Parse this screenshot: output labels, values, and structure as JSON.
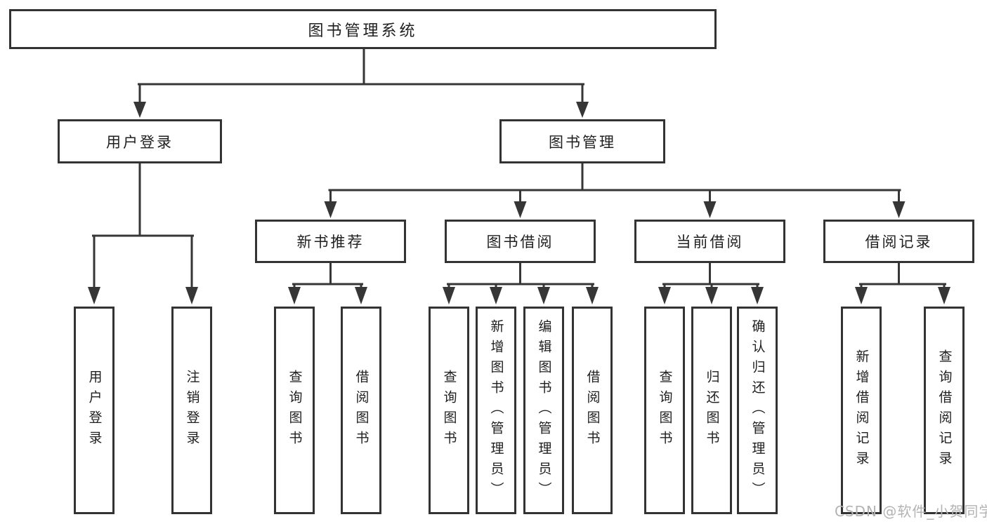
{
  "diagram": {
    "title": "图书管理系统",
    "type": "hierarchy-tree",
    "colors": {
      "background": "#ffffff",
      "line": "#363636",
      "box_border": "#333333",
      "text": "#1f1f1f",
      "watermark": "#b3b3b3"
    },
    "tree": {
      "root": {
        "label": "图书管理系统"
      },
      "level2": [
        {
          "label": "用户登录",
          "parent": "图书管理系统"
        },
        {
          "label": "图书管理",
          "parent": "图书管理系统"
        }
      ],
      "level3": [
        {
          "label": "新书推荐",
          "parent": "图书管理"
        },
        {
          "label": "图书借阅",
          "parent": "图书管理"
        },
        {
          "label": "当前借阅",
          "parent": "图书管理"
        },
        {
          "label": "借阅记录",
          "parent": "图书管理"
        }
      ],
      "leaves": [
        {
          "label": "用户登录",
          "parent": "用户登录"
        },
        {
          "label": "注销登录",
          "parent": "用户登录"
        },
        {
          "label": "查询图书",
          "parent": "新书推荐"
        },
        {
          "label": "借阅图书",
          "parent": "新书推荐"
        },
        {
          "label": "查询图书",
          "parent": "图书借阅"
        },
        {
          "label": "新增图书（管理员）",
          "parent": "图书借阅"
        },
        {
          "label": "编辑图书（管理员）",
          "parent": "图书借阅"
        },
        {
          "label": "借阅图书",
          "parent": "图书借阅"
        },
        {
          "label": "查询图书",
          "parent": "当前借阅"
        },
        {
          "label": "归还图书",
          "parent": "当前借阅"
        },
        {
          "label": "确认归还（管理员）",
          "parent": "当前借阅"
        },
        {
          "label": "新增借阅记录",
          "parent": "借阅记录"
        },
        {
          "label": "查询借阅记录",
          "parent": "借阅记录"
        }
      ]
    },
    "watermark": {
      "text": "CSDN @软件_小贺同学"
    }
  }
}
